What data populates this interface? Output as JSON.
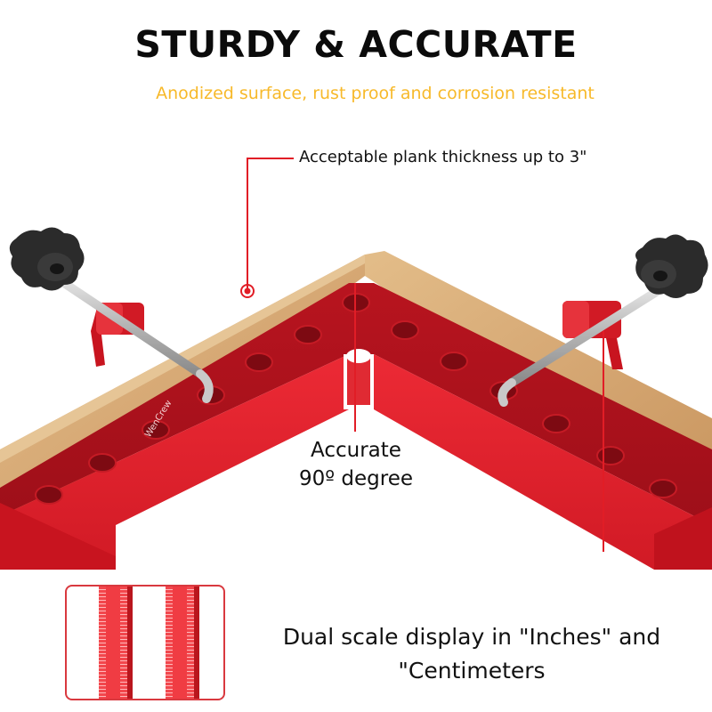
{
  "header": {
    "title": "STURDY & ACCURATE",
    "subtitle": "Anodized surface, rust proof and corrosion resistant"
  },
  "callouts": {
    "thickness": "Acceptable plank thickness up to 3\"",
    "angle_line1": "Accurate",
    "angle_line2": "90º degree",
    "scale_line1": "Dual scale display in \"Inches\" and",
    "scale_line2": "\"Centimeters"
  },
  "product": {
    "brand_engraving": "WenCrew",
    "type": "90 degree corner clamp positioning square"
  },
  "colors": {
    "headline": "#0b0b0b",
    "subtitle_accent": "#f7b92a",
    "clamp_red": "#d41f2a",
    "callout_line_red": "#e11d26",
    "wood": "#d9b07a",
    "knob": "#2b2b2b"
  },
  "scale_inset": {
    "rulers": [
      "inch-scale",
      "centimeter-scale"
    ]
  }
}
